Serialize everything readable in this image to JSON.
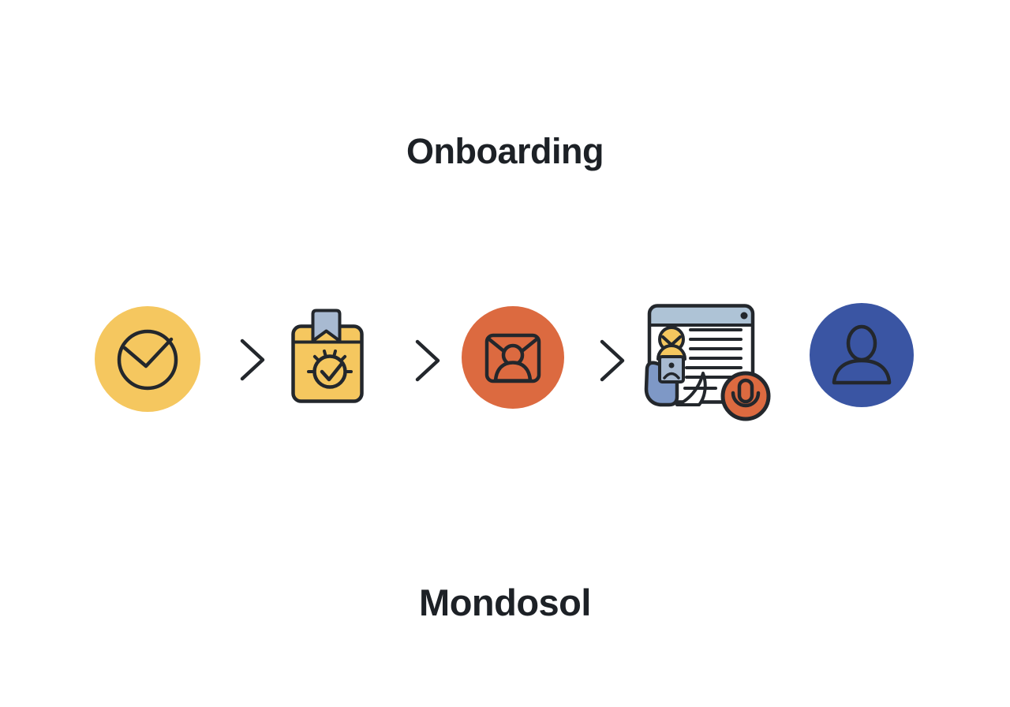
{
  "page": {
    "title": "Onboarding",
    "brand": "Mondosol",
    "background": "#ffffff"
  },
  "colors": {
    "ink": "#23272c",
    "text": "#1d2126",
    "yellow": "#f5c75f",
    "orange": "#dc6a40",
    "blue": "#3a55a3",
    "slate": "#a8bad1",
    "header_blue": "#aec3d6",
    "pocket_blue": "#7e98c6",
    "white": "#ffffff"
  },
  "flow": {
    "connector": "chevron-right",
    "steps": [
      {
        "icon": "check-circle-icon",
        "shape": "circle",
        "fill": "#f5c75f"
      },
      {
        "icon": "calendar-bookmark-timer-check-icon",
        "shape": "rounded-square",
        "fill": "#f5c75f"
      },
      {
        "icon": "envelope-contact-icon",
        "shape": "circle",
        "fill": "#dc6a40"
      },
      {
        "icon": "profile-document-voice-icon",
        "shape": "browser-window",
        "fill": "#ffffff"
      },
      {
        "icon": "user-circle-icon",
        "shape": "circle",
        "fill": "#3a55a3"
      }
    ]
  }
}
